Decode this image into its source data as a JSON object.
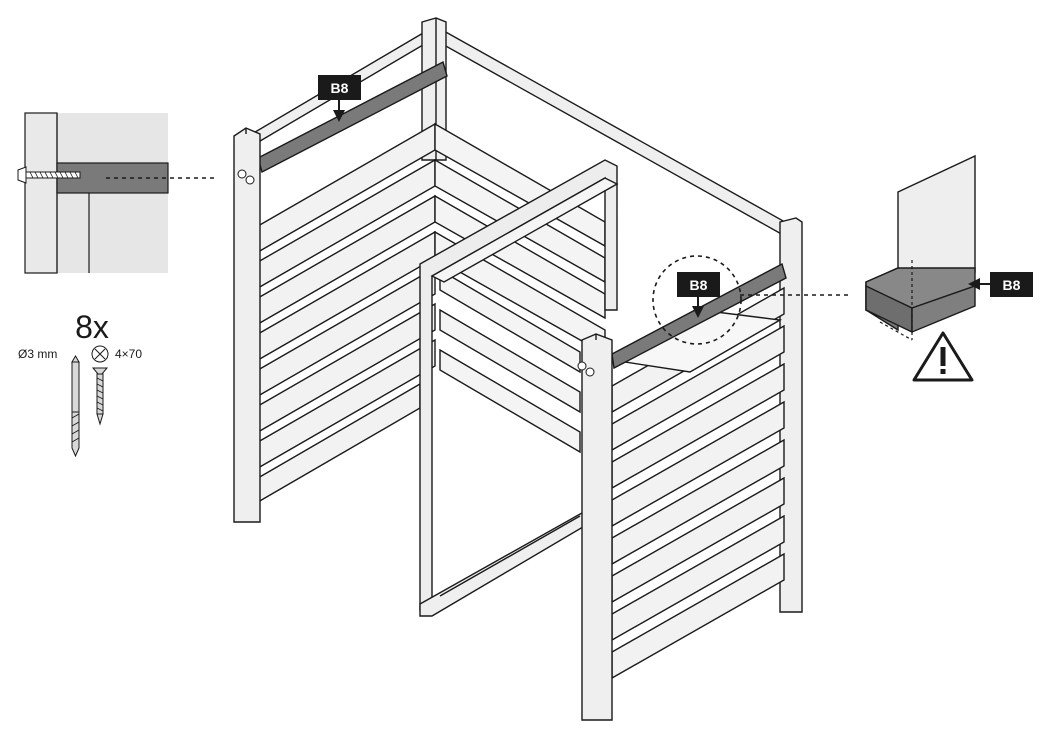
{
  "part_label": "B8",
  "part_label_callout_main": "B8",
  "part_label_callout_circle": "B8",
  "part_label_callout_detail": "B8",
  "hardware": {
    "quantity": "8x",
    "drill_label": "Ø3 mm",
    "screw_label": "4×70"
  },
  "icons": {
    "warning": "warning-triangle-icon",
    "screw_head": "screw-head-cross-icon",
    "drill_bit": "drill-bit-icon",
    "screw": "wood-screw-icon"
  },
  "colors": {
    "line": "#1a1a1a",
    "panel_fill": "#ececec",
    "highlight_part": "#7a7a7a",
    "label_bg": "#1a1a1a",
    "label_text": "#ffffff"
  }
}
